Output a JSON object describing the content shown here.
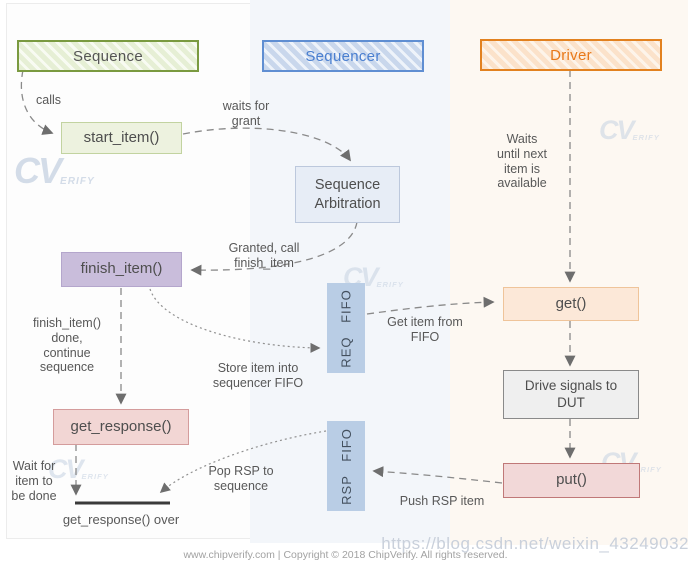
{
  "columns": {
    "sequence": {
      "header": "Sequence",
      "accent": "#7a9a40"
    },
    "sequencer": {
      "header": "Sequencer",
      "accent": "#5f8ed2"
    },
    "driver": {
      "header": "Driver",
      "accent": "#e2811f"
    }
  },
  "nodes": {
    "start_item": {
      "label": "start_item()"
    },
    "sequence_arbitration": {
      "label": "Sequence\nArbitration"
    },
    "finish_item": {
      "label": "finish_item()"
    },
    "get_response": {
      "label": "get_response()"
    },
    "req_fifo": {
      "label": "REQ FIFO"
    },
    "rsp_fifo": {
      "label": "RSP FIFO"
    },
    "get": {
      "label": "get()"
    },
    "drive_signals": {
      "label": "Drive signals to\nDUT"
    },
    "put": {
      "label": "put()"
    }
  },
  "edge_labels": {
    "calls": "calls",
    "waits_for_grant": "waits for\ngrant",
    "waits_until_next": "Waits\nuntil next\nitem is\navailable",
    "granted_call": "Granted, call\nfinish_item",
    "finish_item_done": "finish_item()\ndone,\ncontinue\nsequence",
    "store_item": "Store item into\nsequencer FIFO",
    "get_item_from_fifo": "Get item from\nFIFO",
    "pop_rsp": "Pop RSP to\nsequence",
    "push_rsp": "Push RSP item",
    "wait_for_item": "Wait for\nitem to\nbe done",
    "get_response_over": "get_response() over"
  },
  "watermarks": {
    "cv_main": "CV",
    "cv_sub": "ERIFY",
    "csdn": "https://blog.csdn.net/weixin_43249032"
  },
  "footer": {
    "copyright": "www.chipverify.com | Copyright © 2018 ChipVerify. All rights reserved."
  }
}
